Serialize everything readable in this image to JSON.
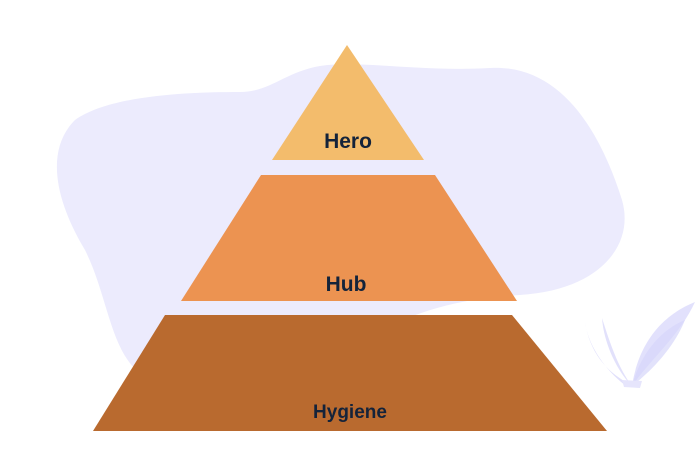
{
  "diagram": {
    "type": "pyramid",
    "background_blob_color": "#ECEBFD",
    "leaf_color": "#D9D8FB",
    "levels": [
      {
        "label": "Hero",
        "color": "#F3BC6C",
        "position": "top"
      },
      {
        "label": "Hub",
        "color": "#EC9351",
        "position": "middle"
      },
      {
        "label": "Hygiene",
        "color": "#B96A2F",
        "position": "bottom"
      }
    ],
    "text_color": "#14233A"
  }
}
